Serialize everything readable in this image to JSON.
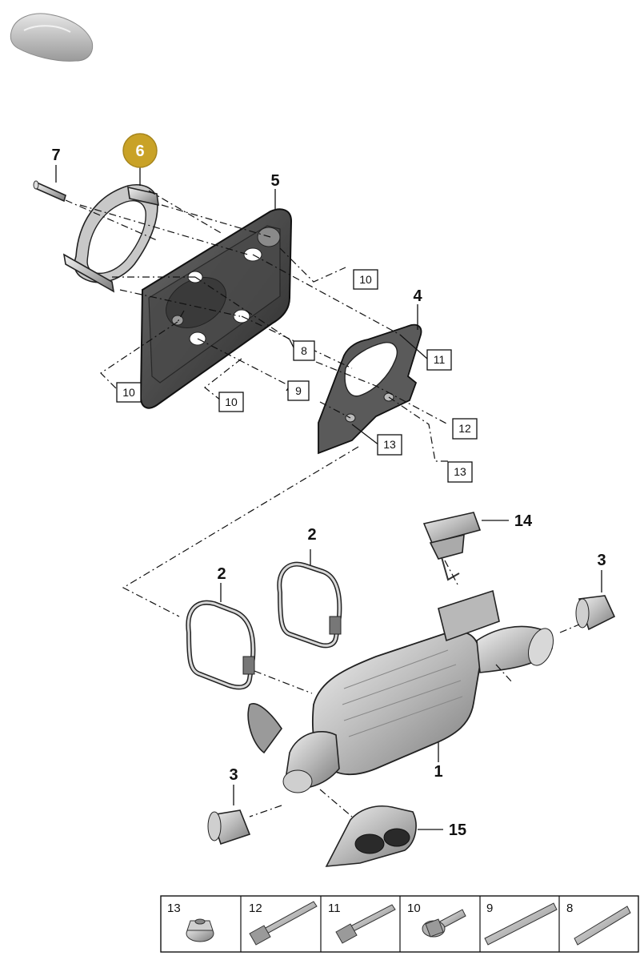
{
  "diagram": {
    "callouts": {
      "c1": "1",
      "c2a": "2",
      "c2b": "2",
      "c3a": "3",
      "c3b": "3",
      "c4": "4",
      "c5": "5",
      "c6": "6",
      "c7": "7",
      "c14": "14",
      "c15": "15"
    },
    "boxed": {
      "b10a": "10",
      "b10b": "10",
      "b10c": "10",
      "b8": "8",
      "b9": "9",
      "b11": "11",
      "b12": "12",
      "b13a": "13",
      "b13b": "13"
    },
    "highlight_color": "#c9a227"
  },
  "hardware_table": {
    "cells": [
      {
        "label": "13",
        "icon": "flange-nut-icon"
      },
      {
        "label": "12",
        "icon": "long-bolt-icon"
      },
      {
        "label": "11",
        "icon": "short-bolt-icon"
      },
      {
        "label": "10",
        "icon": "flange-bolt-icon"
      },
      {
        "label": "9",
        "icon": "long-stud-icon"
      },
      {
        "label": "8",
        "icon": "stud-icon"
      }
    ]
  }
}
